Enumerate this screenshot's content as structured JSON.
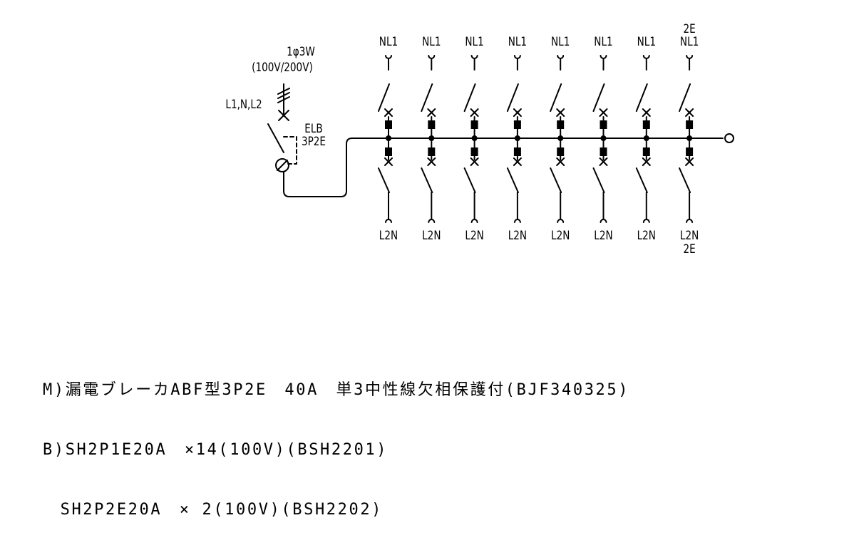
{
  "supply": {
    "system": "1φ3W",
    "voltage": "(100V/200V)",
    "lines": "L1,N,L2"
  },
  "main_breaker": {
    "name": "ELB",
    "type": "3P2E"
  },
  "branches": [
    {
      "top_label": "NL1",
      "top_extra": "",
      "bottom_label": "L2N",
      "bottom_extra": ""
    },
    {
      "top_label": "NL1",
      "top_extra": "",
      "bottom_label": "L2N",
      "bottom_extra": ""
    },
    {
      "top_label": "NL1",
      "top_extra": "",
      "bottom_label": "L2N",
      "bottom_extra": ""
    },
    {
      "top_label": "NL1",
      "top_extra": "",
      "bottom_label": "L2N",
      "bottom_extra": ""
    },
    {
      "top_label": "NL1",
      "top_extra": "",
      "bottom_label": "L2N",
      "bottom_extra": ""
    },
    {
      "top_label": "NL1",
      "top_extra": "",
      "bottom_label": "L2N",
      "bottom_extra": ""
    },
    {
      "top_label": "NL1",
      "top_extra": "",
      "bottom_label": "L2N",
      "bottom_extra": ""
    },
    {
      "top_label": "NL1",
      "top_extra": "2E",
      "bottom_label": "L2N",
      "bottom_extra": "2E"
    }
  ],
  "notes": [
    "M)漏電ブレーカABF型3P2E　40A　単3中性線欠相保護付(BJF340325)",
    "B)SH2P1E20A　×14(100V)(BSH2201)",
    "　SH2P2E20A　× 2(100V)(BSH2202)"
  ]
}
